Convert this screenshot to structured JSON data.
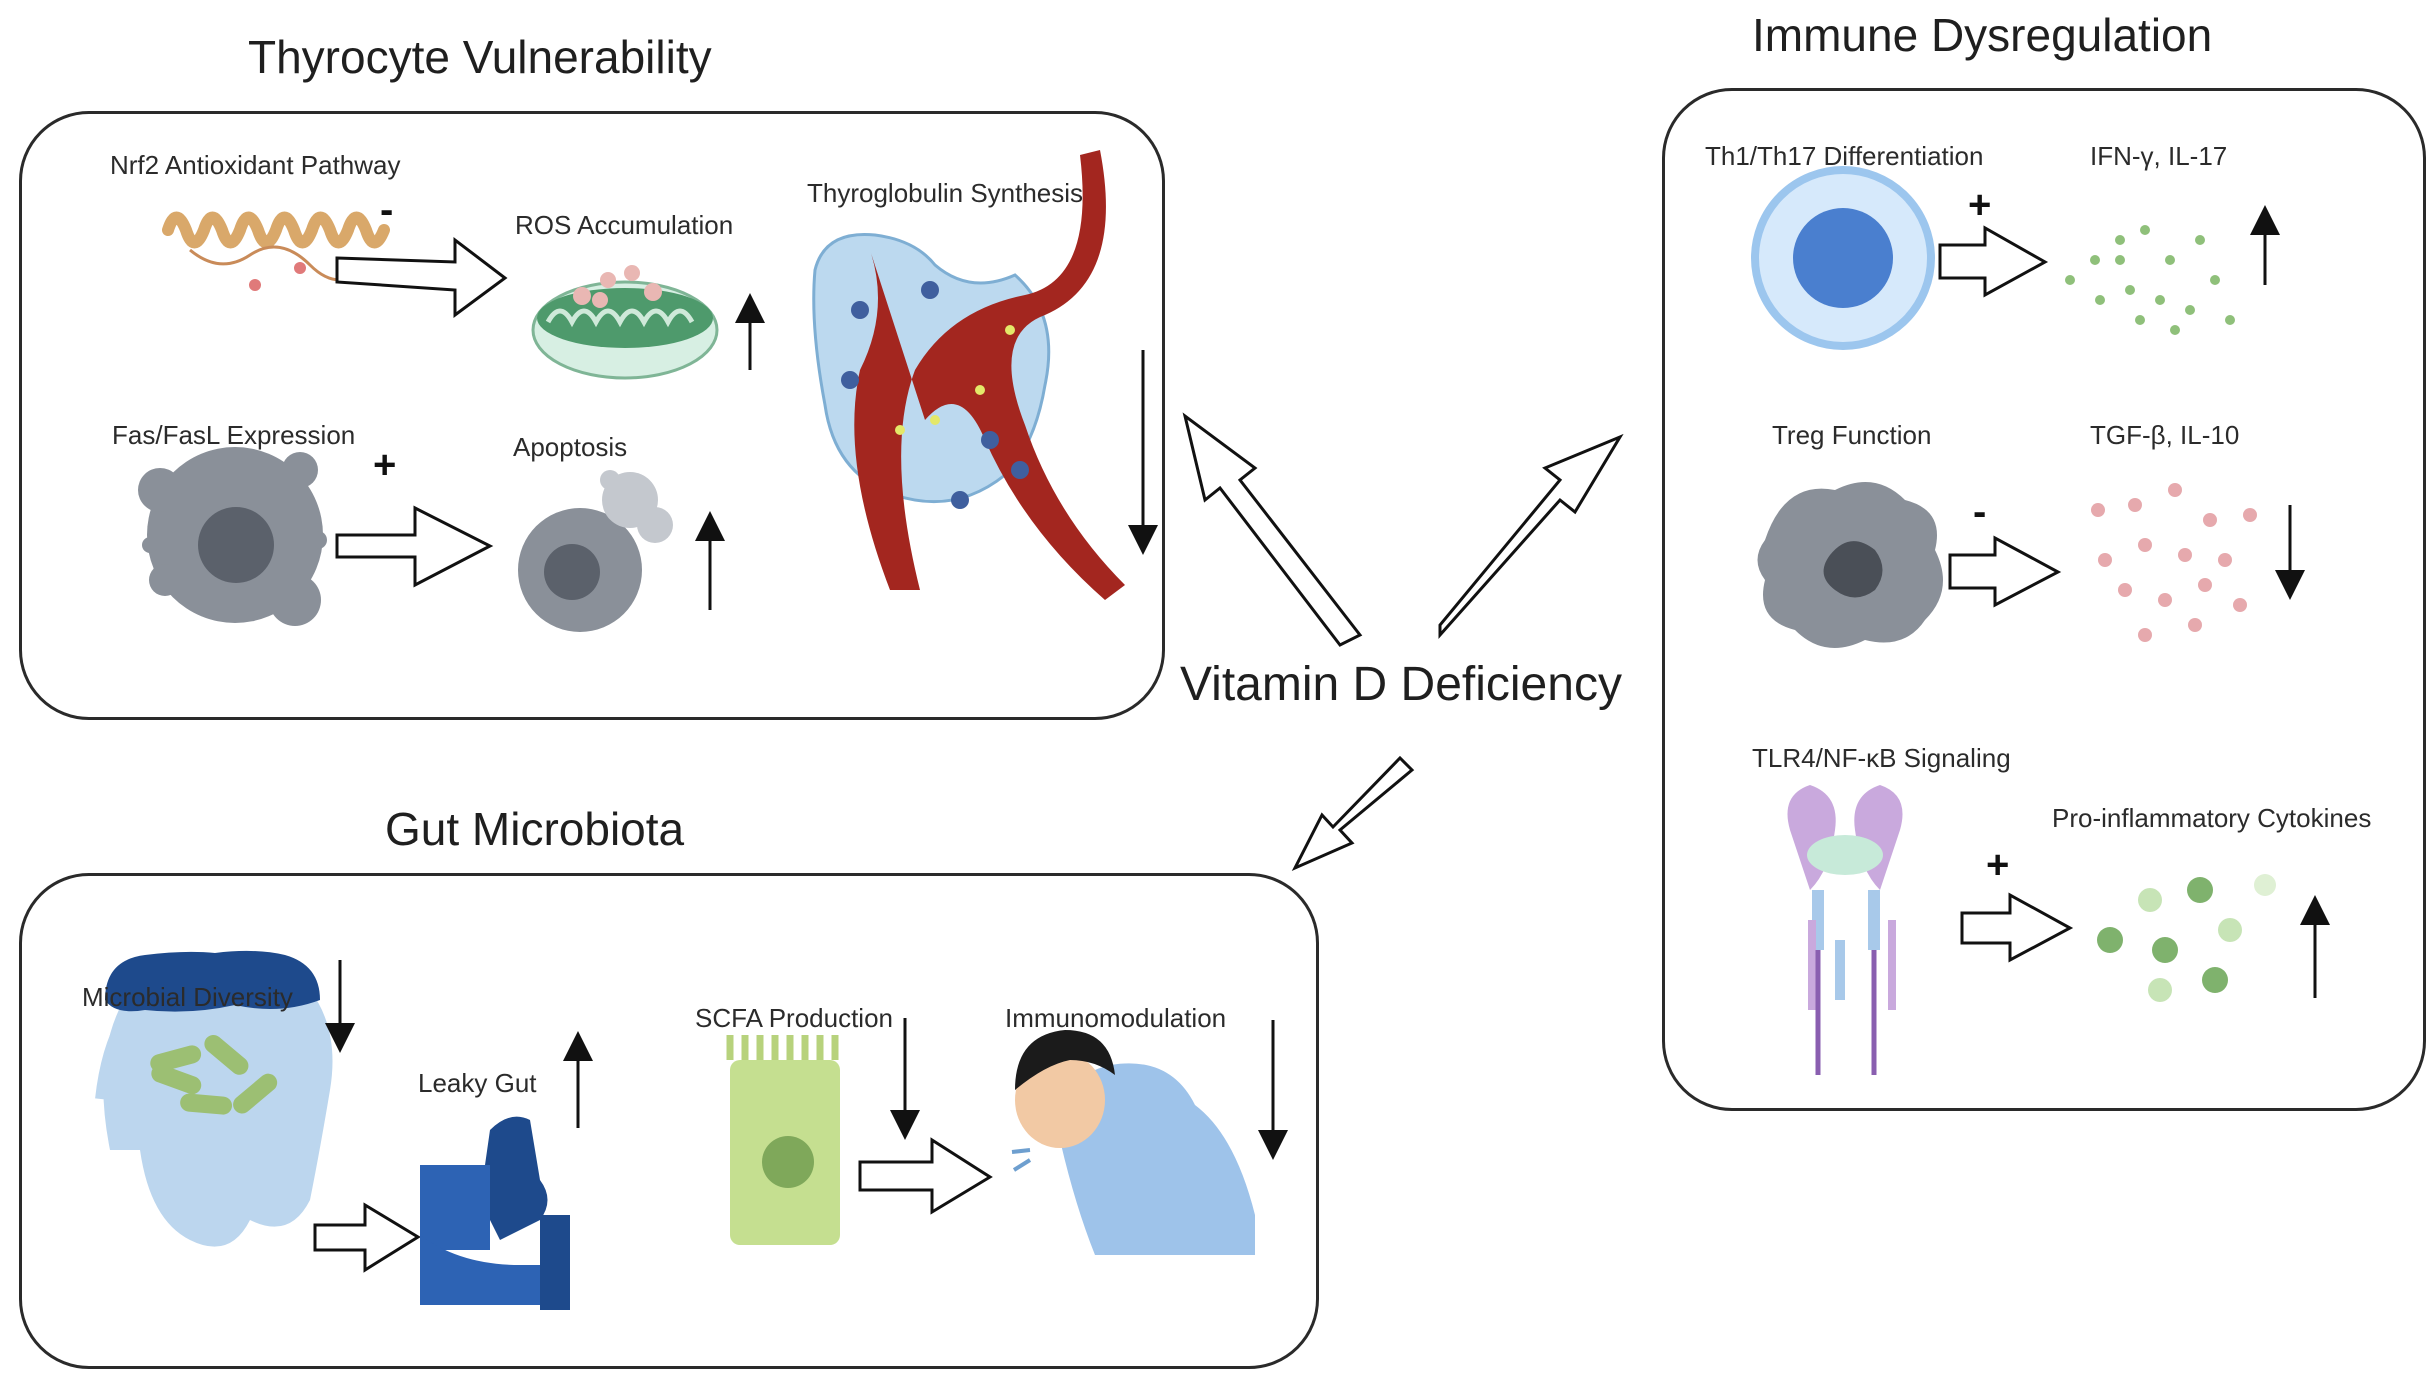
{
  "titles": {
    "thyrocyte": "Thyrocyte Vulnerability",
    "immune": "Immune Dysregulation",
    "gut": "Gut Microbiota"
  },
  "center_label": "Vitamin D Deficiency",
  "thyrocyte": {
    "nrf2": "Nrf2 Antioxidant Pathway",
    "nrf2_sign": "-",
    "ros": "ROS Accumulation",
    "fas": "Fas/FasL Expression",
    "fas_sign": "+",
    "apoptosis": "Apoptosis",
    "thyroglobulin": "Thyroglobulin Synthesis"
  },
  "immune": {
    "th": "Th1/Th17 Differentiation",
    "th_sign": "+",
    "ifn": "IFN-γ, IL-17",
    "treg": "Treg Function",
    "treg_sign": "-",
    "tgf": "TGF-β, IL-10",
    "tlr": "TLR4/NF-κB Signaling",
    "tlr_sign": "+",
    "cytokines": "Pro-inflammatory Cytokines"
  },
  "gut": {
    "diversity": "Microbial Diversity",
    "leaky": "Leaky Gut",
    "scfa": "SCFA Production",
    "immunomod": "Immunomodulation"
  },
  "trends": {
    "ros": "up",
    "apoptosis": "up",
    "thyroglobulin": "down",
    "ifn": "up",
    "tgf": "down",
    "cytokines": "up",
    "diversity": "down",
    "leaky": "up",
    "scfa": "down",
    "immunomod": "down"
  },
  "colors": {
    "outline": "#2a2a2a",
    "protein": "#d9a86a",
    "mitochondria": "#4e9a6c",
    "cell_gray": "#8a9099",
    "vessel": "#a3261f",
    "follicle": "#bcd9ef",
    "th_cell": "#4a7fcf",
    "green_dots": "#8fc07a",
    "pink_dots": "#e6a9ad",
    "gut_dark": "#1e4a8c",
    "gut_light": "#bcd6ee",
    "bacteria": "#9cbf73",
    "toilet": "#2d63b4",
    "scfa_cell": "#c5df90",
    "person_shirt": "#9ec3ea"
  }
}
